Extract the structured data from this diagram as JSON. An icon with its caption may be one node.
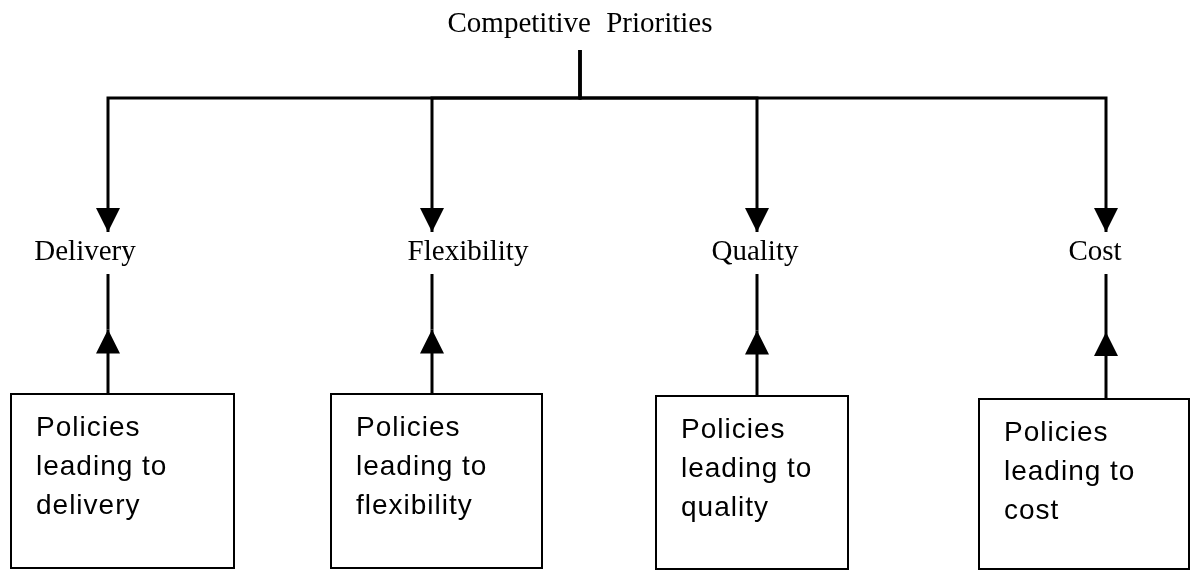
{
  "diagram": {
    "nodes": [
      {
        "text": [
          "Competitive Priorities"
        ]
      },
      {
        "text": [
          "Delivery"
        ]
      },
      {
        "text": [
          "Flexibility"
        ]
      },
      {
        "text": [
          "Quality"
        ]
      },
      {
        "text": [
          "Cost"
        ]
      },
      {
        "text": [
          "Policies leading to delivery"
        ]
      },
      {
        "text": [
          "Policies leading to flexibility"
        ]
      },
      {
        "text": [
          "Policies leading to quality"
        ]
      },
      {
        "text": [
          "Policies leading to cost"
        ]
      }
    ],
    "edges": [
      {
        "from": 0,
        "to": 1,
        "arrow": "to"
      },
      {
        "from": 0,
        "to": 2,
        "arrow": "to"
      },
      {
        "from": 0,
        "to": 3,
        "arrow": "to"
      },
      {
        "from": 0,
        "to": 4,
        "arrow": "to"
      },
      {
        "from": 5,
        "to": 1,
        "arrow": "to"
      },
      {
        "from": 6,
        "to": 2,
        "arrow": "to"
      },
      {
        "from": 7,
        "to": 3,
        "arrow": "to"
      },
      {
        "from": 8,
        "to": 4,
        "arrow": "to"
      }
    ]
  }
}
